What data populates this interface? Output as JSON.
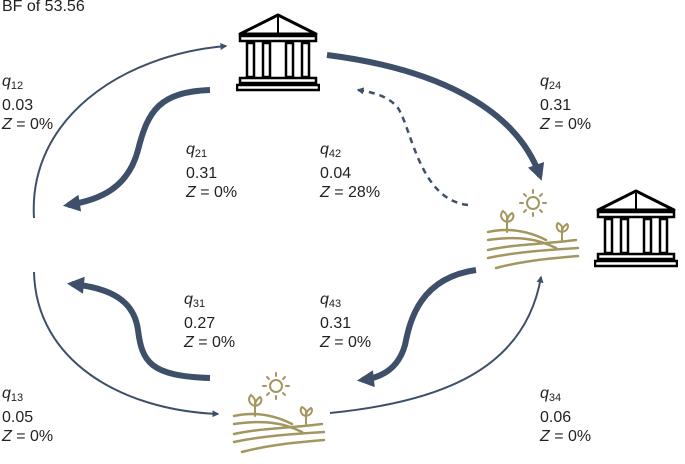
{
  "bayes_factor": "BF of 53.56",
  "colors": {
    "arrow": "#3e5069",
    "institution": "#000000",
    "land": "#a3975f"
  },
  "states": [
    {
      "id": "1",
      "icon": "institution-icon"
    },
    {
      "id": "2",
      "icon": "institution-icon"
    },
    {
      "id": "3",
      "icon": "farmland-sun-icon"
    },
    {
      "id": "4",
      "icon": "farmland-sun-icon"
    }
  ],
  "rates": [
    {
      "key": "q12",
      "symbol": "q",
      "sub": "12",
      "value": "0.03",
      "z_label": "Z",
      "z_value": "= 0%"
    },
    {
      "key": "q21",
      "symbol": "q",
      "sub": "21",
      "value": "0.31",
      "z_label": "Z",
      "z_value": "= 0%"
    },
    {
      "key": "q42",
      "symbol": "q",
      "sub": "42",
      "value": "0.04",
      "z_label": "Z",
      "z_value": "= 28%"
    },
    {
      "key": "q24",
      "symbol": "q",
      "sub": "24",
      "value": "0.31",
      "z_label": "Z",
      "z_value": "= 0%"
    },
    {
      "key": "q31",
      "symbol": "q",
      "sub": "31",
      "value": "0.27",
      "z_label": "Z",
      "z_value": "= 0%"
    },
    {
      "key": "q43",
      "symbol": "q",
      "sub": "43",
      "value": "0.31",
      "z_label": "Z",
      "z_value": "= 0%"
    },
    {
      "key": "q13",
      "symbol": "q",
      "sub": "13",
      "value": "0.05",
      "z_label": "Z",
      "z_value": "= 0%"
    },
    {
      "key": "q34",
      "symbol": "q",
      "sub": "34",
      "value": "0.06",
      "z_label": "Z",
      "z_value": "= 0%"
    }
  ]
}
